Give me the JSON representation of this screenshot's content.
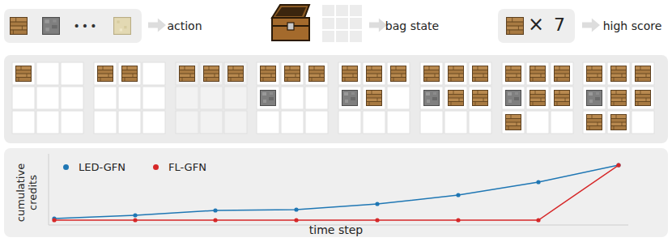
{
  "diagram": {
    "labels": [
      "•••",
      "action",
      "bag state",
      "×",
      "7",
      "high score",
      "cumulative credits",
      "time step"
    ],
    "legend": [
      {
        "text": "LED-GFN",
        "color": "#1f77b4"
      },
      {
        "text": "FL-GFN",
        "color": "#d62728"
      }
    ]
  }
}
